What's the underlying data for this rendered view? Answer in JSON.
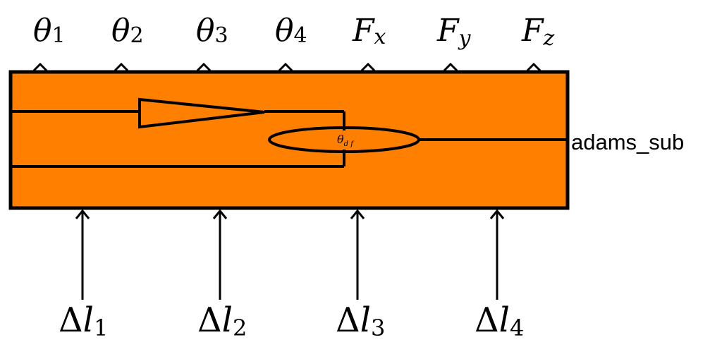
{
  "outputs": [
    {
      "symbol": "θ",
      "sub": "1"
    },
    {
      "symbol": "θ",
      "sub": "2"
    },
    {
      "symbol": "θ",
      "sub": "3"
    },
    {
      "symbol": "θ",
      "sub": "4"
    },
    {
      "symbol": "F",
      "sub": "x"
    },
    {
      "symbol": "F",
      "sub": "y"
    },
    {
      "symbol": "F",
      "sub": "z"
    }
  ],
  "inputs": [
    {
      "delta": "Δ",
      "symbol": "l",
      "sub": "1"
    },
    {
      "delta": "Δ",
      "symbol": "l",
      "sub": "2"
    },
    {
      "delta": "Δ",
      "symbol": "l",
      "sub": "3"
    },
    {
      "delta": "Δ",
      "symbol": "l",
      "sub": "4"
    }
  ],
  "block": {
    "name": "adams_sub",
    "fill_color": "#ff7f00",
    "inner_symbol": "θ",
    "inner_sub": "d f"
  }
}
